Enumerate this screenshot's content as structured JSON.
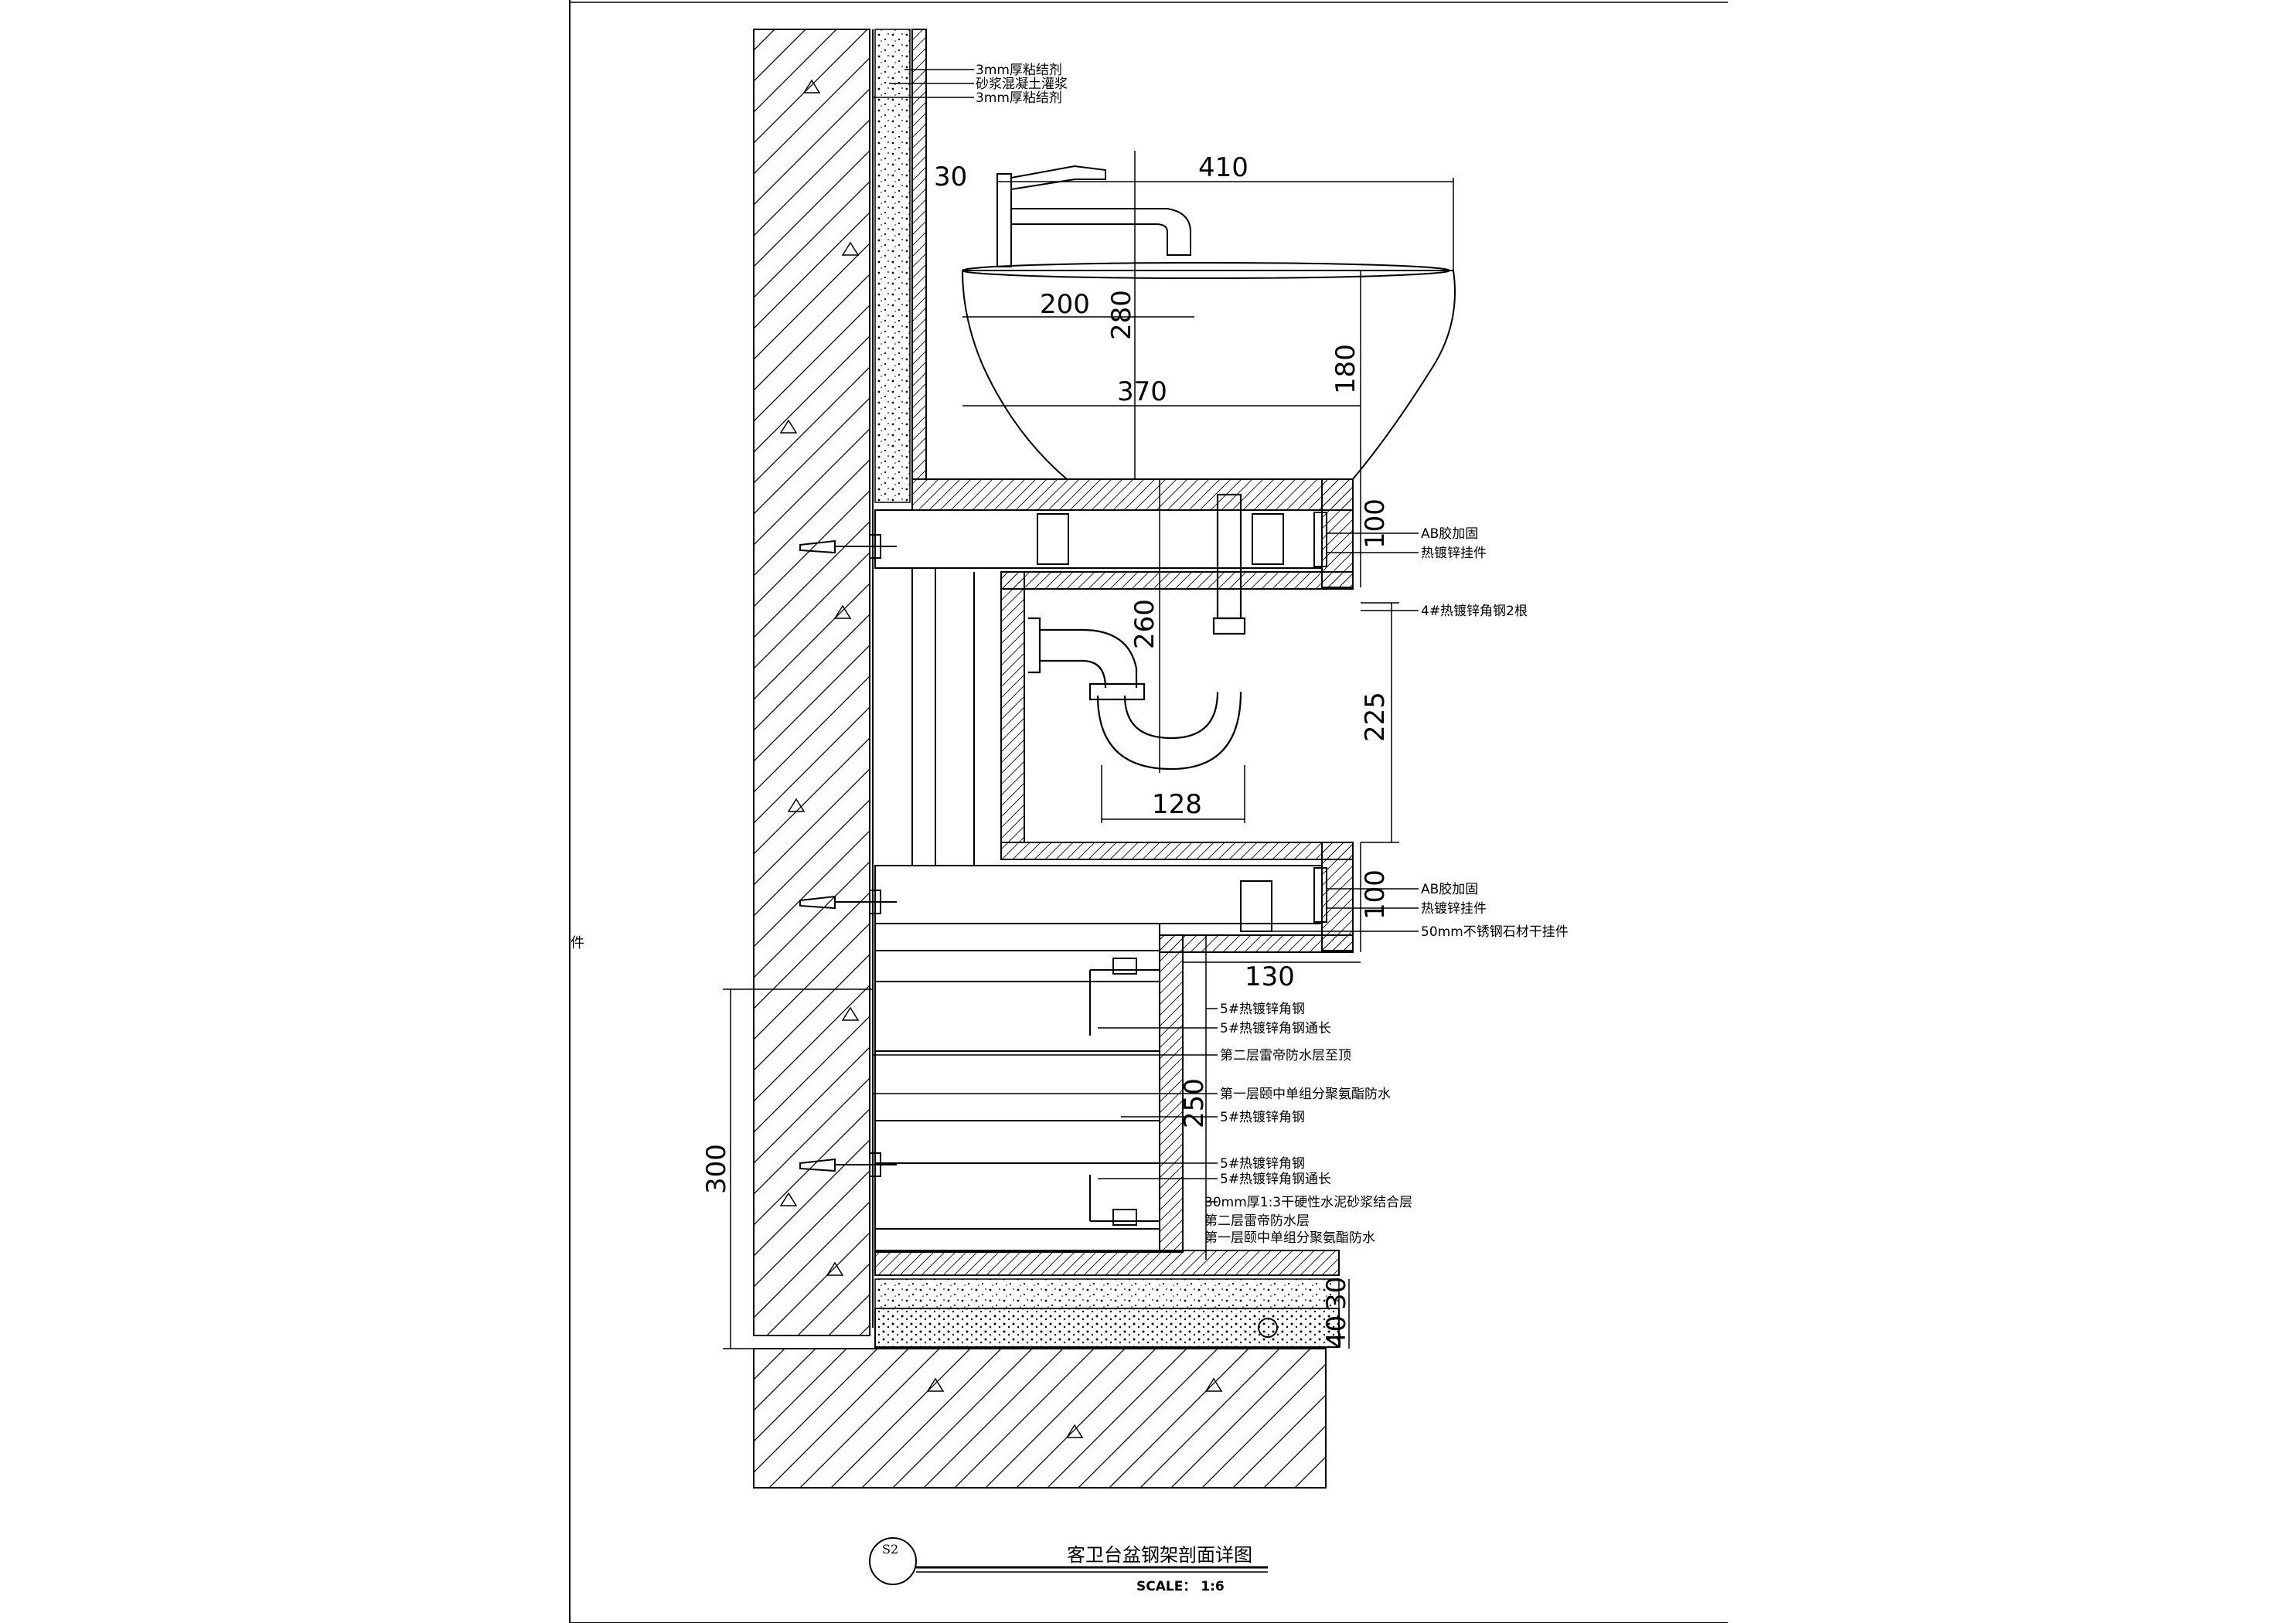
{
  "drawing": {
    "title": "客卫台盆钢架剖面详图",
    "scale_label": "SCALE： 1:6",
    "symbol_id": "S2",
    "margin_note": "件"
  },
  "dimensions": {
    "d30_top": "30",
    "d410": "410",
    "d200": "200",
    "d280": "280",
    "d370": "370",
    "d180": "180",
    "d100_upper": "100",
    "d260": "260",
    "d225": "225",
    "d128": "128",
    "d100_lower": "100",
    "d130": "130",
    "d250": "250",
    "d300": "300",
    "d30_floor": "30",
    "d40_floor": "40"
  },
  "labels": {
    "top_1": "3mm厚粘结剂",
    "top_2": "砂浆混凝土灌浆",
    "top_3": "3mm厚粘结剂",
    "upper_ab": "AB胶加固",
    "upper_hanger": "热镀锌挂件",
    "angle_steel_2": "4#热镀锌角钢2根",
    "lower_ab": "AB胶加固",
    "lower_hanger": "热镀锌挂件",
    "stone_hanger": "50mm不锈钢石材干挂件",
    "angle_5_a": "5#热镀锌角钢",
    "angle_5_long_a": "5#热镀锌角钢通长",
    "waterproof_2": "第二层雷帝防水层至顶",
    "waterproof_1": "第一层颐中单组分聚氨酯防水",
    "angle_5_b": "5#热镀锌角钢",
    "angle_5_c": "5#热镀锌角钢",
    "angle_5_long_b": "5#热镀锌角钢通长",
    "mortar_30": "30mm厚1:3干硬性水泥砂浆结合层",
    "floor_wp_2": "第二层雷帝防水层",
    "floor_wp_1": "第一层颐中单组分聚氨酯防水"
  }
}
